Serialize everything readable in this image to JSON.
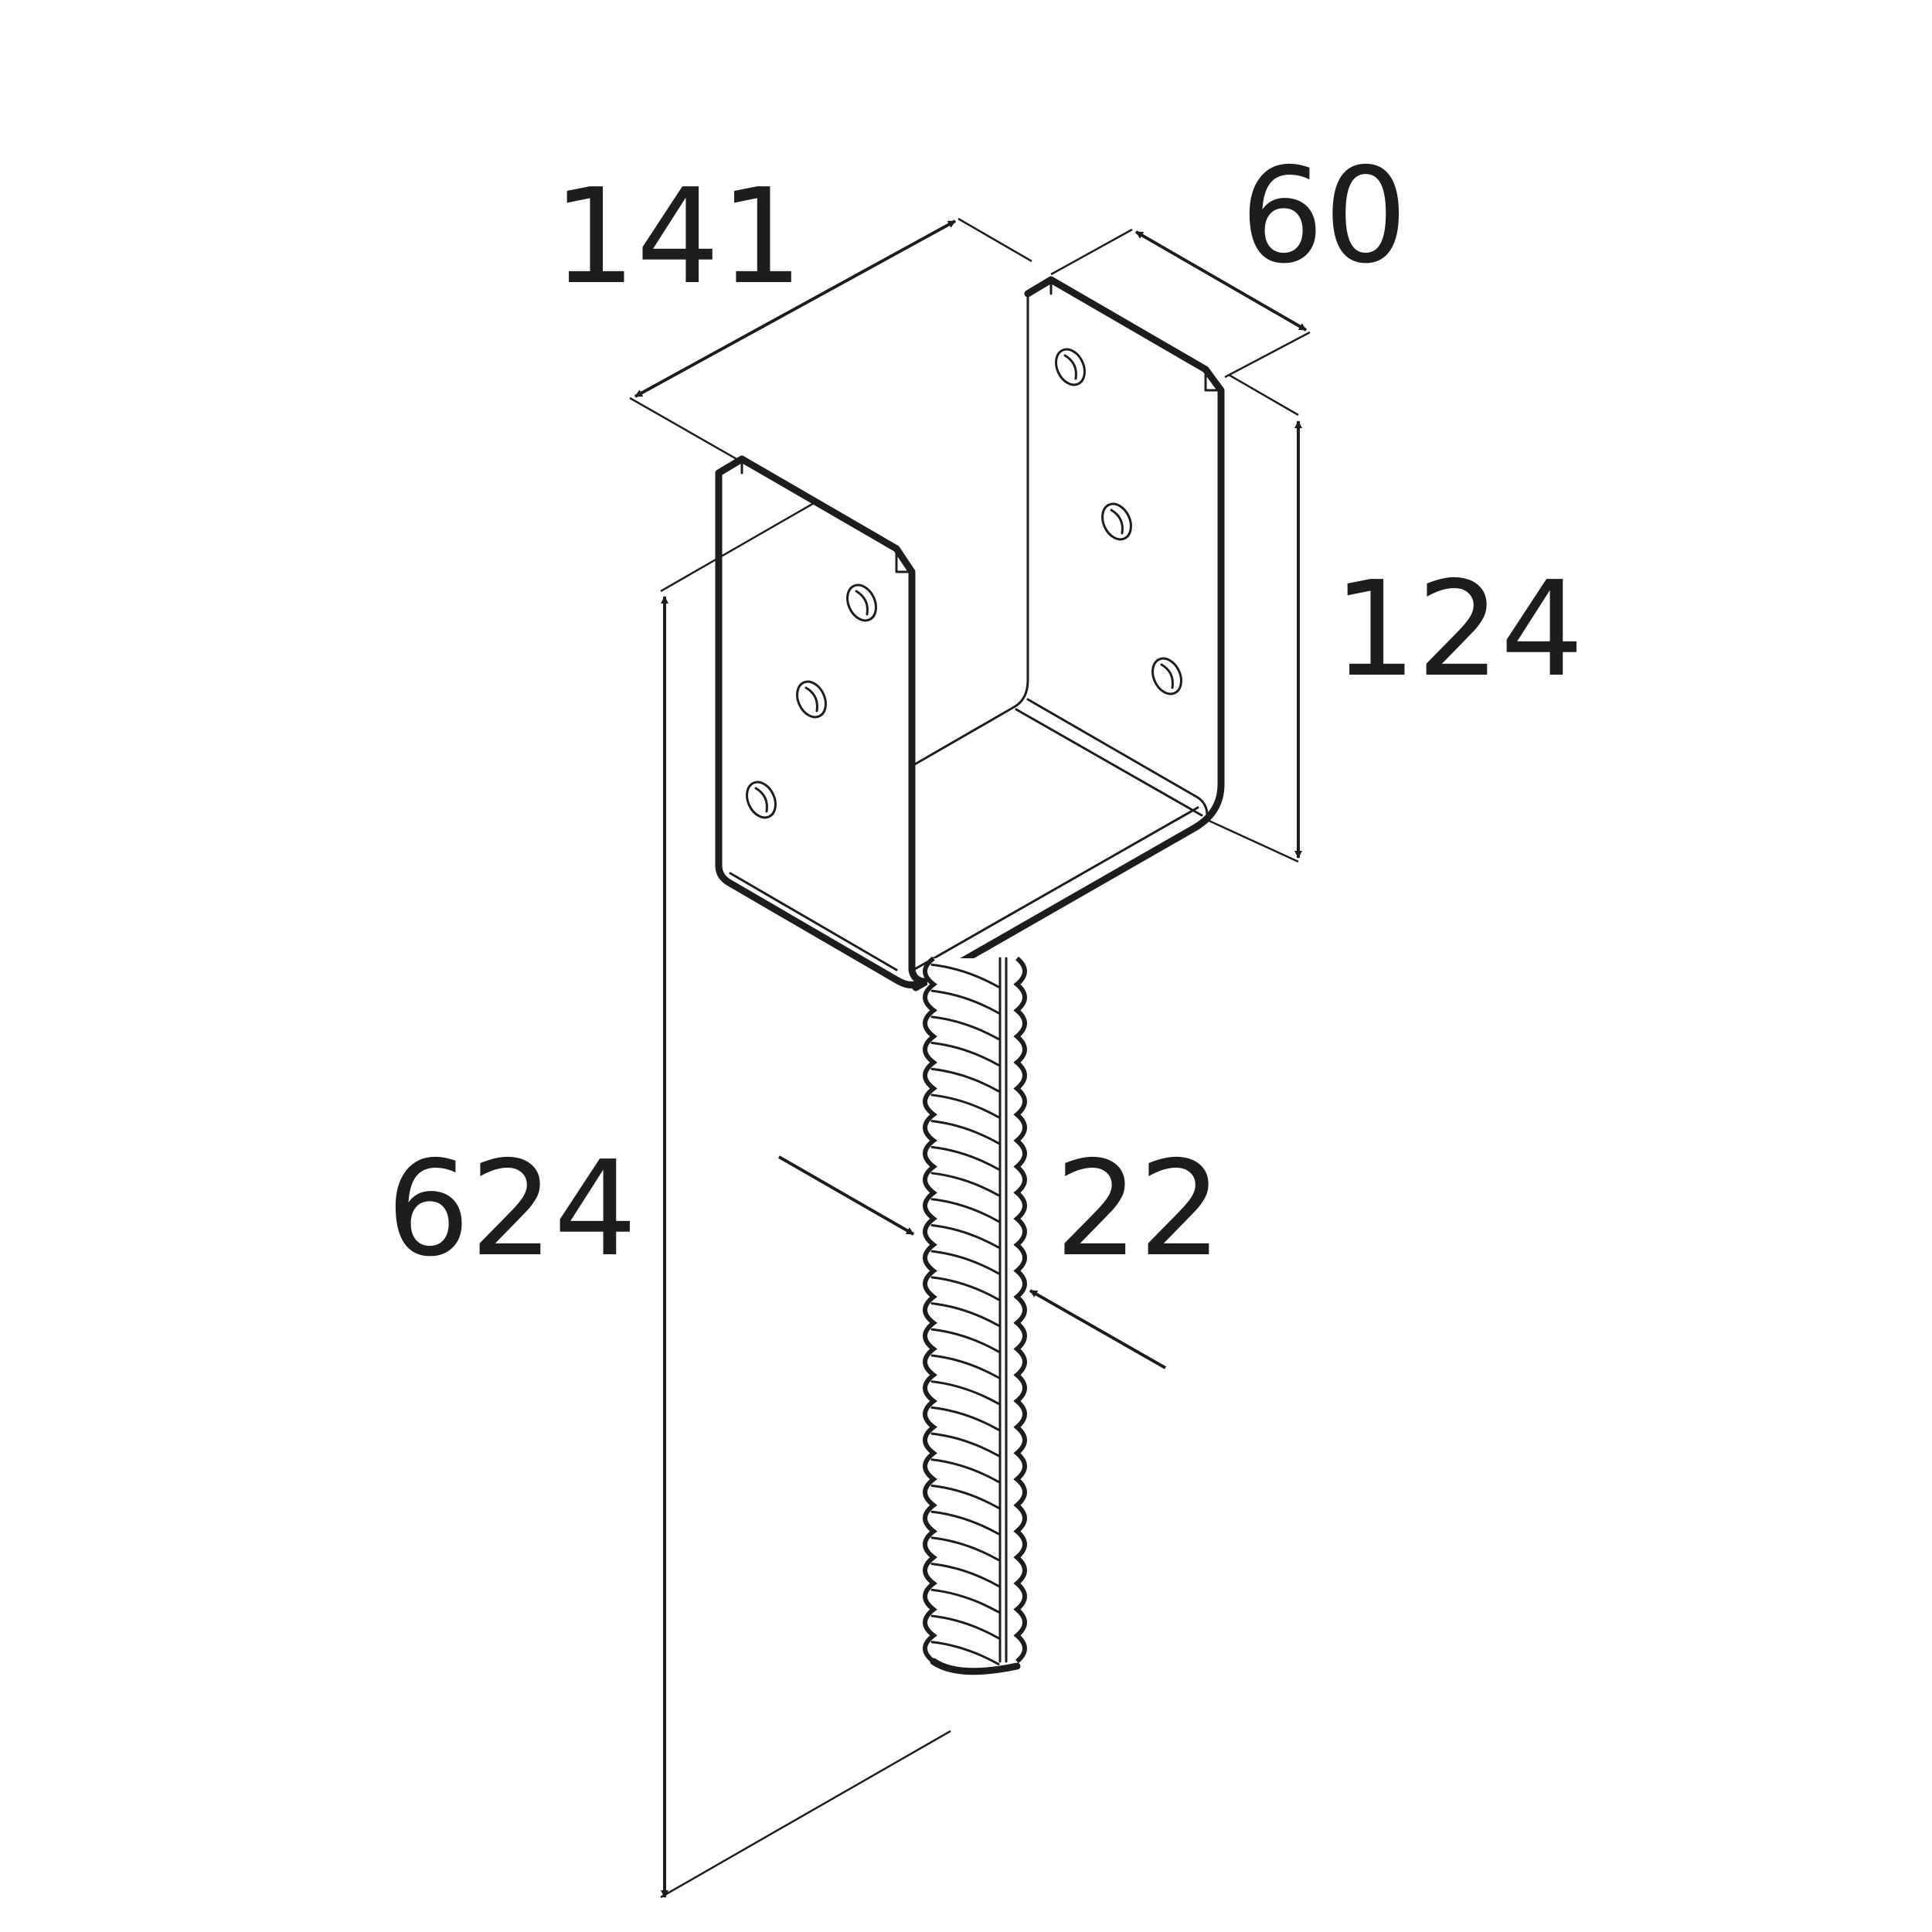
{
  "dimensions": {
    "width": "141",
    "depth": "60",
    "bracket_height": "124",
    "total_height": "624",
    "rod_diameter": "22"
  },
  "colors": {
    "line": "#1d1d1b",
    "background": "#ffffff"
  }
}
